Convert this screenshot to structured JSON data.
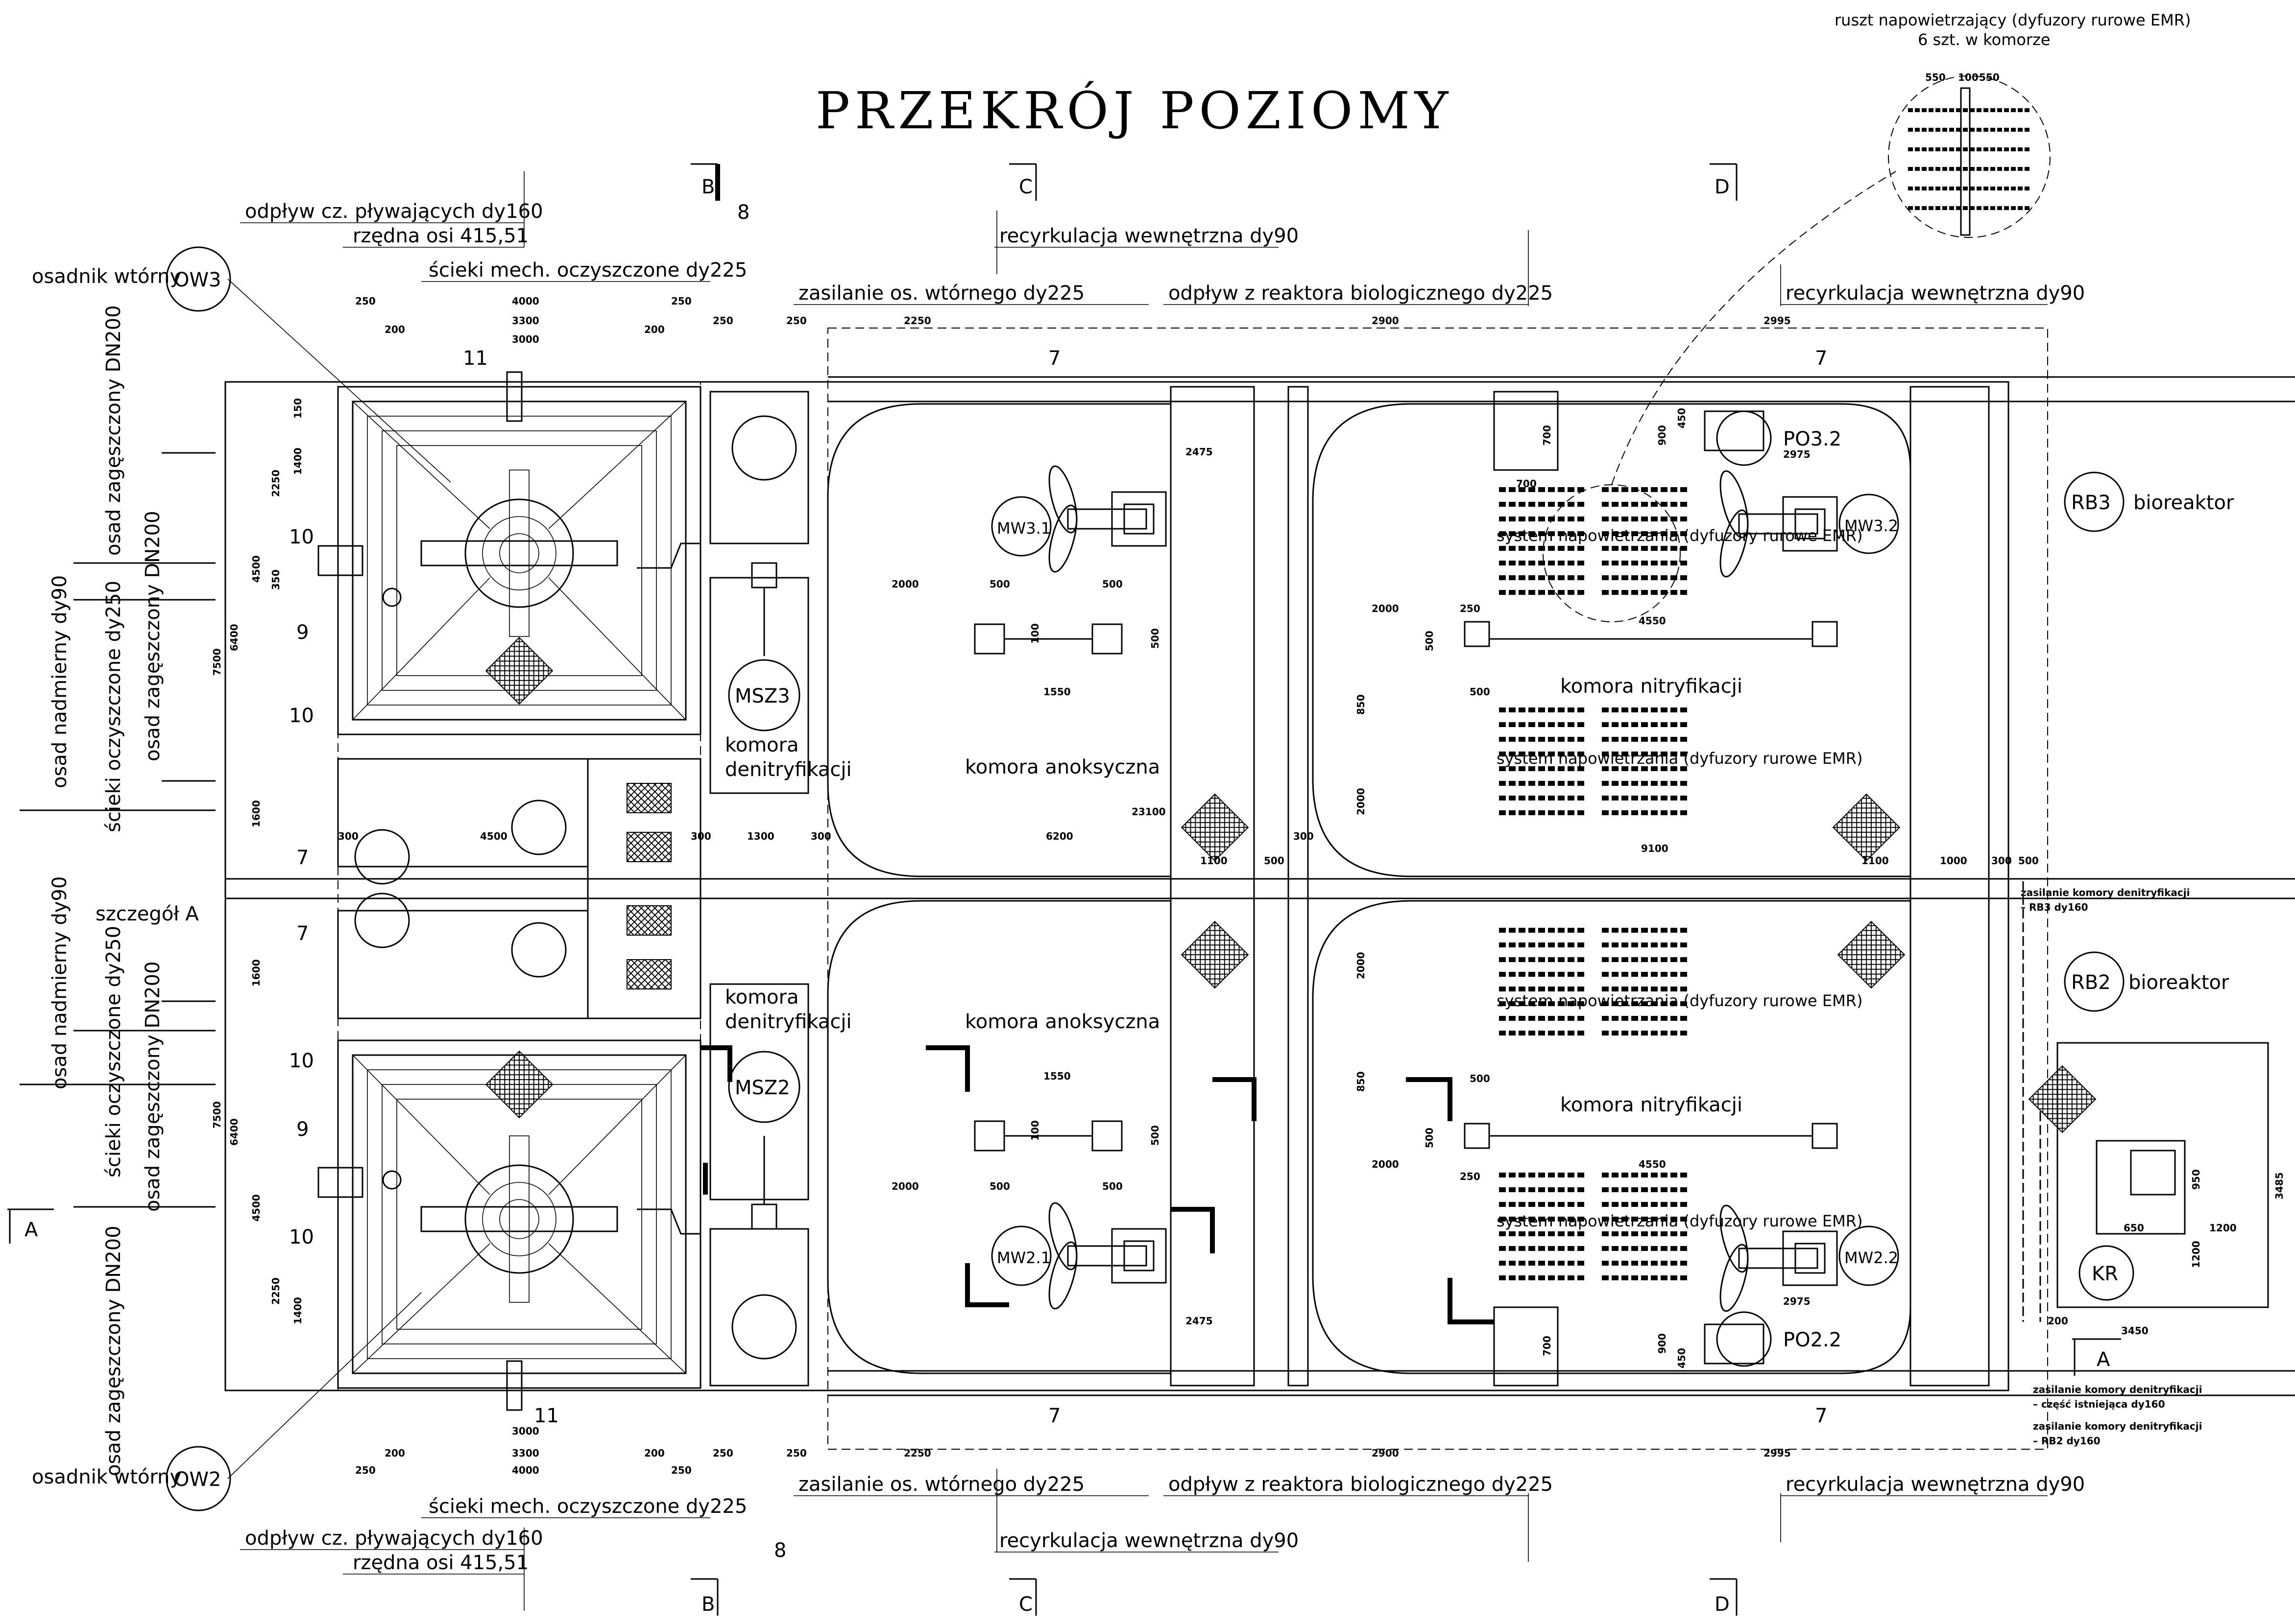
{
  "title": "PRZEKRÓJ POZIOMY",
  "section_markers": {
    "B": "B",
    "C": "C",
    "D": "D",
    "A": "A"
  },
  "labels": {
    "ow3": "OW3",
    "ow2": "OW2",
    "osadnik_wtorny": "osadnik wtórny",
    "odplyw_plywajacych": "odpływ cz. pływających dy160",
    "rzedna_osi": "rzędna osi 415,51",
    "scieki_mech": "ścieki mech. oczyszczone dy225",
    "recyrkulacja_dy90": "recyrkulacja wewnętrzna dy90",
    "zasilanie_os_wtornego": "zasilanie os. wtórnego dy225",
    "odplyw_reaktora": "odpływ z reaktora biologicznego dy225",
    "ruszt": "ruszt napowietrzający (dyfuzory rurowe EMR)",
    "ruszt_count": "6 szt. w komorze",
    "osad_zageszczony": "osad zagęszczony DN200",
    "osad_nadmierny": "osad nadmierny dy90",
    "scieki_oczyszczone": "ścieki oczyszczone dy250",
    "szczegol_a": "szczegół A",
    "komora": "komora",
    "denitryfikacji": "denitryfikacji",
    "komora_anoksyczna": "komora anoksyczna",
    "komora_nitryfikacji": "komora nitryfikacji",
    "system_napowietrzania": "system napowietrzania (dyfuzory rurowe EMR)",
    "rb3": "RB3",
    "rb2": "RB2",
    "bioreaktor": "bioreaktor",
    "kr": "KR",
    "msz3": "MSZ3",
    "msz2": "MSZ2",
    "mw31": "MW3.1",
    "mw32": "MW3.2",
    "mw21": "MW2.1",
    "mw22": "MW2.2",
    "po32": "PO3.2",
    "po22": "PO2.2",
    "zasilanie_rb3": "zasilanie komory denitryfikacji",
    "zasilanie_rb3_b": "– RB3 dy160",
    "zasilanie_istn": "zasilanie komory denitryfikacji",
    "zasilanie_istn_b": "– część istniejąca dy160",
    "zasilanie_rb2": "zasilanie komory denitryfikacji",
    "zasilanie_rb2_b": "– RB2 dy160"
  },
  "item_numbers": {
    "n7": "7",
    "n8": "8",
    "n9": "9",
    "n10": "10",
    "n11": "11"
  },
  "dimensions": {
    "d250": "250",
    "d4000": "4000",
    "d3300": "3300",
    "d3000": "3000",
    "d200": "200",
    "d2250": "2250",
    "d2900": "2900",
    "d2995": "2995",
    "d2475": "2475",
    "d2975": "2975",
    "d2000": "2000",
    "d500": "500",
    "d1550": "1550",
    "d100": "100",
    "d700": "700",
    "d900": "900",
    "d450": "450",
    "d4550": "4550",
    "d23100": "23100",
    "d6200": "6200",
    "d9100": "9100",
    "d4500": "4500",
    "d1300": "1300",
    "d300": "300",
    "d1100": "1100",
    "d1000": "1000",
    "d850": "850",
    "d7500": "7500",
    "d6400": "6400",
    "d1400": "1400",
    "d150": "150",
    "d350": "350",
    "d1600": "1600",
    "d550": "550",
    "d3450": "3450",
    "d3485": "3485",
    "d650": "650",
    "d1200": "1200",
    "d950": "950",
    "d2000b": "2000"
  },
  "icons": [
    "section-arrow-icon",
    "mixer-icon",
    "pump-icon",
    "hatch-diamond-icon"
  ]
}
